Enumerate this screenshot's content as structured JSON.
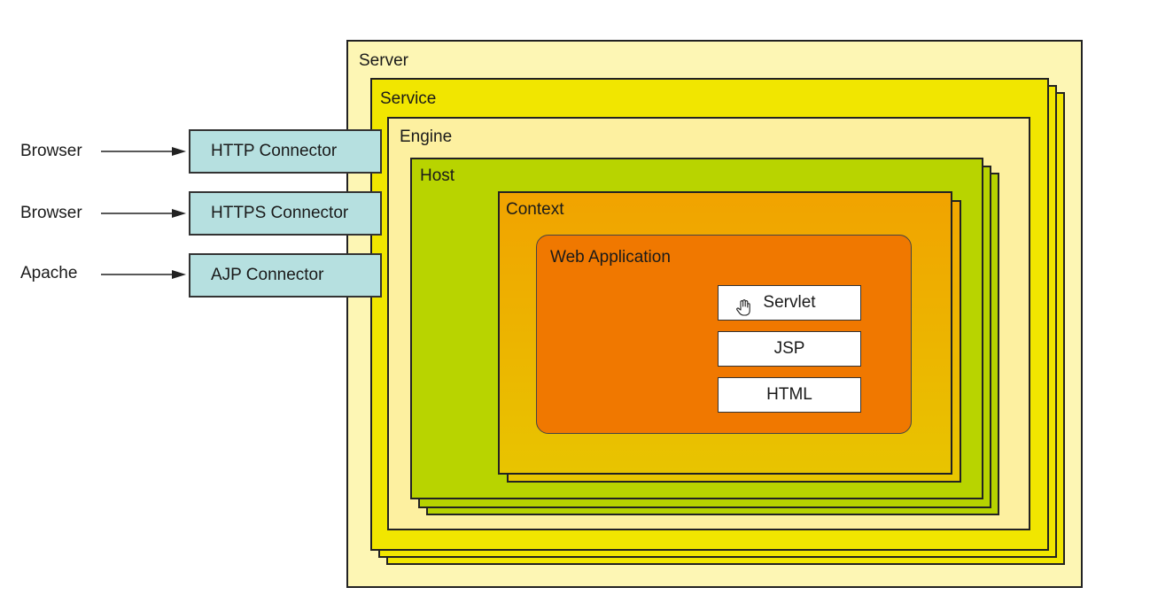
{
  "nodes": {
    "server": "Server",
    "service": "Service",
    "engine": "Engine",
    "host": "Host",
    "context": "Context",
    "web_application": "Web Application",
    "components": [
      "Servlet",
      "JSP",
      "HTML"
    ]
  },
  "connectors": [
    {
      "source": "Browser",
      "label": "HTTP Connector"
    },
    {
      "source": "Browser",
      "label": "HTTPS Connector"
    },
    {
      "source": "Apache",
      "label": "AJP Connector"
    }
  ],
  "icons": {
    "cursor": "hand-pointer-icon",
    "arrow": "arrow-right-icon"
  },
  "colors": {
    "server": "#fdf6b4",
    "service": "#f1e600",
    "engine": "#fdf0a0",
    "host": "#b8d400",
    "context": "#f1a300",
    "web_application": "#f07800",
    "connector": "#b6e0e0"
  }
}
